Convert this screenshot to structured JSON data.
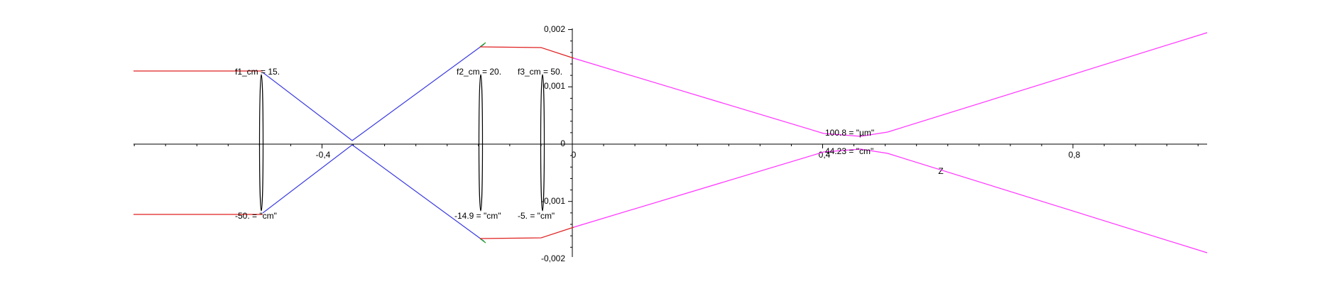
{
  "chart_data": {
    "type": "line",
    "x_axis": {
      "label": "Z",
      "ticks": [
        "-0,4",
        "0",
        "0,4",
        "0,8"
      ]
    },
    "y_axis": {
      "ticks": [
        "0,002",
        "0,001",
        "0",
        "-0,001",
        "-0,002"
      ]
    },
    "lenses": [
      {
        "focal_label": "f1_cm = 15.",
        "position_label": "-50. = \"cm\""
      },
      {
        "focal_label": "f2_cm = 20.",
        "position_label": "-14.9 = \"cm\""
      },
      {
        "focal_label": "f3_cm = 50.",
        "position_label": "-5. = \"cm\""
      }
    ],
    "waist": {
      "size_label": "100.8 = \"µm\"",
      "position_label": "44.23 = \"cm\""
    },
    "segment_colors": {
      "input_beam": "#e02020",
      "between_lenses": "#3a3ae0",
      "after_lens3": "#ff33ff",
      "edge_marks": "#20a020",
      "lens": "#000000",
      "axis": "#000000"
    }
  }
}
